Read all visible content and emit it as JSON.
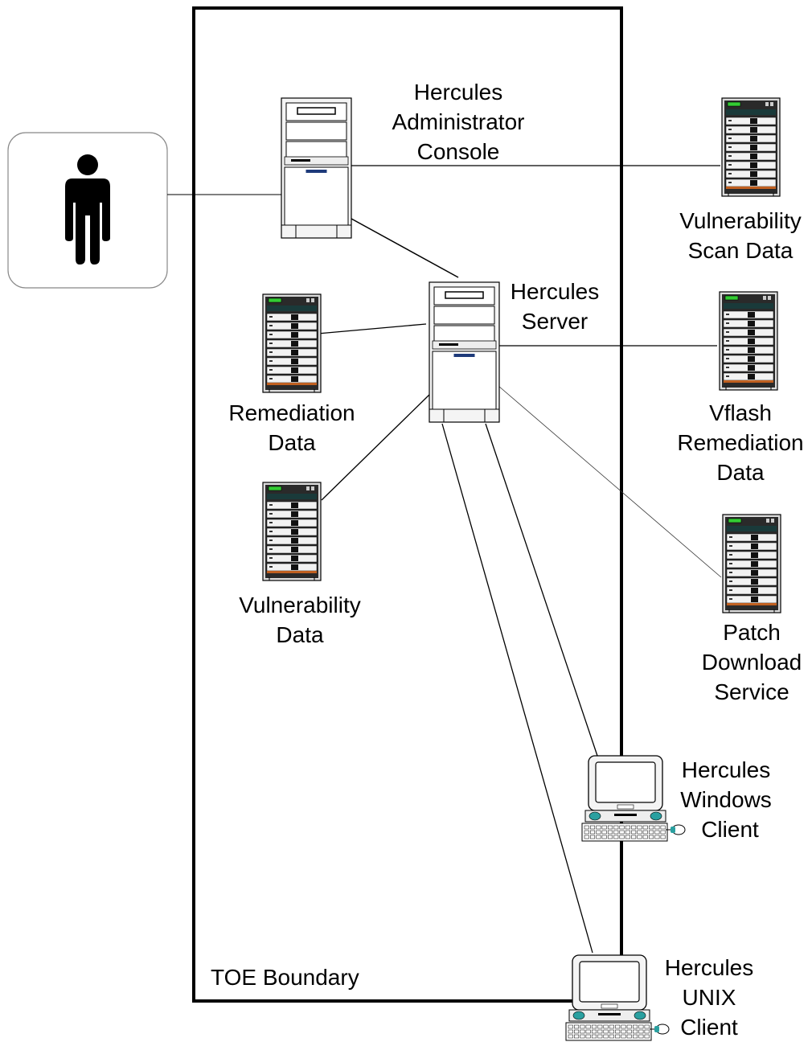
{
  "boundary": {
    "label": "TOE Boundary"
  },
  "nodes": {
    "admin_console": {
      "label_lines": [
        "Hercules",
        "Administrator",
        "Console"
      ]
    },
    "server": {
      "label_lines": [
        "Hercules",
        "Server"
      ]
    },
    "remediation_data": {
      "label_lines": [
        "Remediation",
        "Data"
      ]
    },
    "vulnerability_data": {
      "label_lines": [
        "Vulnerability",
        "Data"
      ]
    },
    "vuln_scan_data": {
      "label_lines": [
        "Vulnerability",
        "Scan Data"
      ]
    },
    "vflash_remediation": {
      "label_lines": [
        "Vflash",
        "Remediation",
        "Data"
      ]
    },
    "patch_download": {
      "label_lines": [
        "Patch",
        "Download",
        "Service"
      ]
    },
    "windows_client": {
      "label_lines": [
        "Hercules",
        "Windows",
        "Client"
      ]
    },
    "unix_client": {
      "label_lines": [
        "Hercules",
        "UNIX",
        "Client"
      ]
    }
  },
  "colors": {
    "line": "#000000",
    "tower_fill": "#f4f4f4",
    "rack_fill": "#2a2a2a",
    "led_green": "#33cc33",
    "accent_teal": "#2aa0a0",
    "accent_navy": "#1e3a7a"
  }
}
